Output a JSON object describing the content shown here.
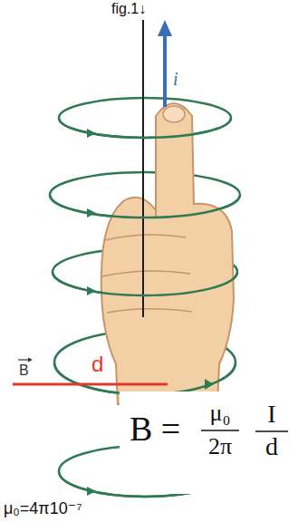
{
  "diagram": {
    "labels": [
      "fig.1↓",
      "i",
      "B",
      "d",
      "B =",
      "μ₀",
      "2π",
      "I",
      "d",
      "μ₀=4π10⁻⁷"
    ]
  }
}
